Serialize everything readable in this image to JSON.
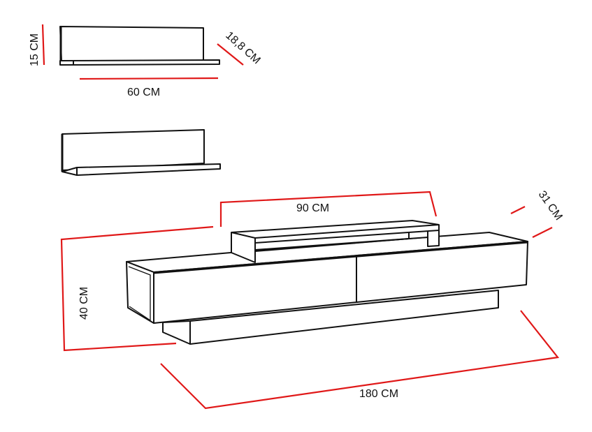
{
  "diagram": {
    "colors": {
      "dimension_line": "#e01818",
      "outline": "#111111",
      "background": "#ffffff"
    },
    "wall_shelf": {
      "height_label": "15 CM",
      "depth_label": "18,8 CM",
      "width_label": "60 CM"
    },
    "tv_unit": {
      "top_riser_width_label": "90 CM",
      "depth_label": "31 CM",
      "height_label": "40 CM",
      "width_label": "180 CM"
    }
  }
}
